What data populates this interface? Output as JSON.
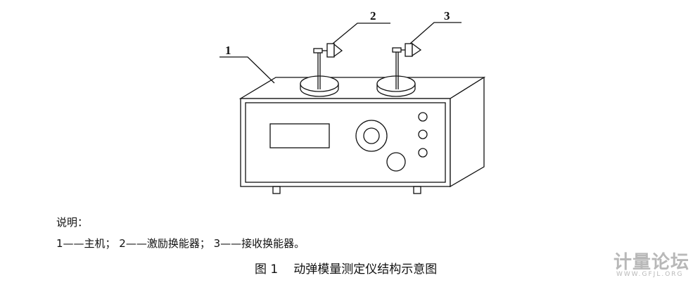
{
  "labels": {
    "host": "1",
    "transmit_transducer": "2",
    "receive_transducer": "3"
  },
  "notes": {
    "title": "说明：",
    "legend": "1——主机；  2——激励换能器；  3——接收换能器。"
  },
  "caption": {
    "number": "图 1",
    "text": "动弹模量测定仪结构示意图"
  },
  "watermark": {
    "main": "计量论坛",
    "sub": "WWW.GFJL.ORG"
  }
}
